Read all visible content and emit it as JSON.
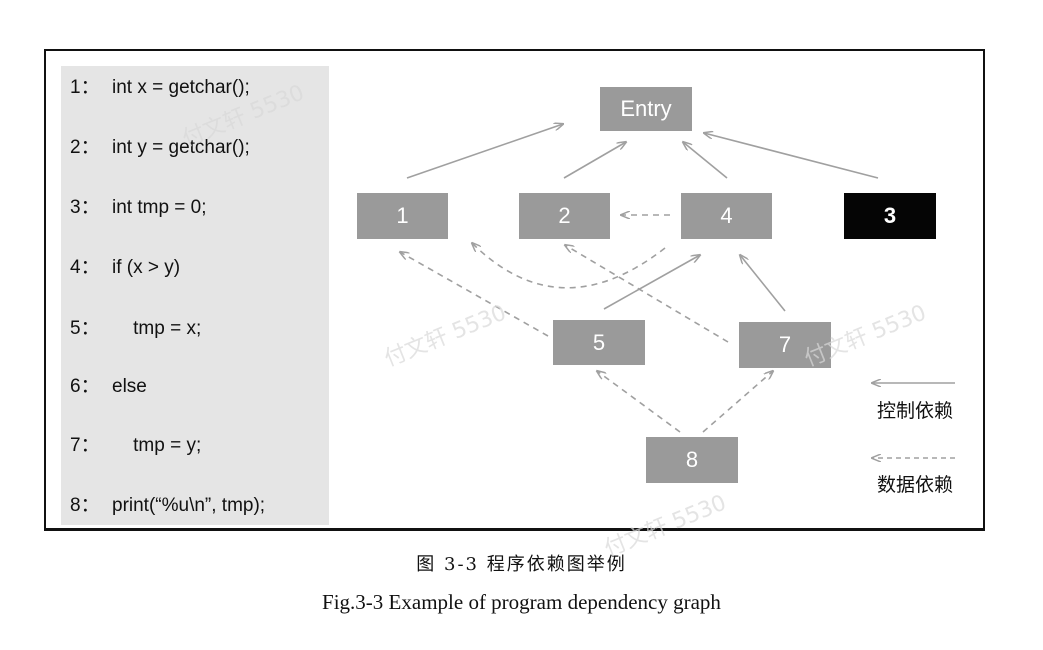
{
  "code_lines": [
    {
      "num": "1：",
      "code": "int x = getchar();"
    },
    {
      "num": "2：",
      "code": "int y = getchar();"
    },
    {
      "num": "3：",
      "code": "int tmp = 0;"
    },
    {
      "num": "4：",
      "code": "if (x > y)"
    },
    {
      "num": "5：",
      "code": "    tmp = x;"
    },
    {
      "num": "6：",
      "code": "else"
    },
    {
      "num": "7：",
      "code": "    tmp = y;"
    },
    {
      "num": "8：",
      "code": "print(“%u\\n”, tmp);"
    }
  ],
  "graph": {
    "nodes": [
      {
        "id": "entry",
        "label": "Entry",
        "style": "normal"
      },
      {
        "id": "n1",
        "label": "1",
        "style": "normal"
      },
      {
        "id": "n2",
        "label": "2",
        "style": "normal"
      },
      {
        "id": "n4",
        "label": "4",
        "style": "normal"
      },
      {
        "id": "n3",
        "label": "3",
        "style": "highlight"
      },
      {
        "id": "n5",
        "label": "5",
        "style": "normal"
      },
      {
        "id": "n7",
        "label": "7",
        "style": "normal"
      },
      {
        "id": "n8",
        "label": "8",
        "style": "normal"
      }
    ],
    "edges": [
      {
        "from": "n1",
        "to": "entry",
        "kind": "control"
      },
      {
        "from": "n2",
        "to": "entry",
        "kind": "control"
      },
      {
        "from": "n4",
        "to": "entry",
        "kind": "control"
      },
      {
        "from": "n3",
        "to": "entry",
        "kind": "control"
      },
      {
        "from": "n5",
        "to": "n4",
        "kind": "control"
      },
      {
        "from": "n7",
        "to": "n4",
        "kind": "control"
      },
      {
        "from": "n4",
        "to": "n2",
        "kind": "data"
      },
      {
        "from": "n4",
        "to": "n1",
        "kind": "data"
      },
      {
        "from": "n5",
        "to": "n1",
        "kind": "data"
      },
      {
        "from": "n7",
        "to": "n2",
        "kind": "data"
      },
      {
        "from": "n8",
        "to": "n5",
        "kind": "data"
      },
      {
        "from": "n8",
        "to": "n7",
        "kind": "data"
      }
    ]
  },
  "legend": {
    "control": "控制依赖",
    "data": "数据依赖"
  },
  "caption_cn": "图 3-3 程序依赖图举例",
  "caption_en": "Fig.3-3 Example of program dependency graph",
  "watermark": "付文轩 5530",
  "colors": {
    "node_fill": "#9a9a9a",
    "node_highlight": "#050505",
    "code_bg": "#e5e5e5",
    "edge": "#a0a0a0"
  }
}
